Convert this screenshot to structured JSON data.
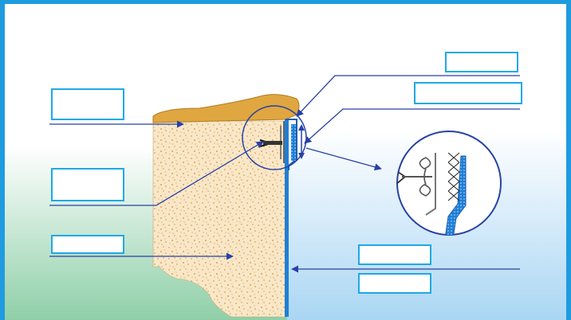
{
  "colors": {
    "frame": "#1f9be0",
    "label_box_border": "#1fa8e6",
    "arrow": "#2741a6",
    "liner": "#1f7fd6",
    "coping": "#e0a740",
    "soil": "#f6e3c0",
    "soil_speckle": "#e3a24a",
    "bg_top": "#ffffff",
    "bg_green": "#8fcfa8",
    "bg_blue": "#b8dcf6"
  },
  "labels": [
    {
      "id": "label-coping",
      "text": ""
    },
    {
      "id": "label-anchor",
      "text": ""
    },
    {
      "id": "label-soil",
      "text": ""
    },
    {
      "id": "label-top-right-1",
      "text": ""
    },
    {
      "id": "label-top-right-2",
      "text": ""
    },
    {
      "id": "label-liner-1",
      "text": ""
    },
    {
      "id": "label-liner-2",
      "text": ""
    }
  ],
  "icons": [
    "double-arrow-icon",
    "anchor-bolt-icon",
    "magnifier-callout-icon"
  ]
}
